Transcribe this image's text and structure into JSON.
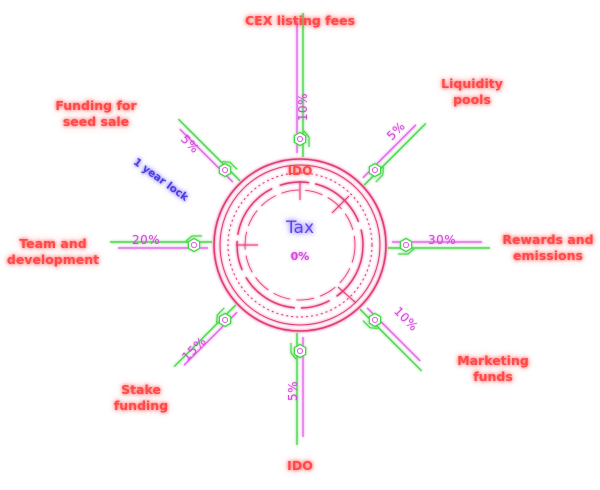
{
  "center": {
    "title": "Tax",
    "value": "0%",
    "ring_label": "IDO"
  },
  "lock_note": "1 year lock",
  "colors": {
    "label": "#ff4a4a",
    "percent": "#d24bd8",
    "line_green": "#3fd43f",
    "line_pink": "#e060e6",
    "ring": "#e23a7a",
    "center": "#5a48e8"
  },
  "segments": [
    {
      "id": "cex",
      "label": [
        "CEX listing fees"
      ],
      "percent": "10%"
    },
    {
      "id": "liquidity",
      "label": [
        "Liquidity",
        "pools"
      ],
      "percent": "5%"
    },
    {
      "id": "rewards",
      "label": [
        "Rewards and",
        "emissions"
      ],
      "percent": "30%"
    },
    {
      "id": "marketing",
      "label": [
        "Marketing",
        "funds"
      ],
      "percent": "10%"
    },
    {
      "id": "ido",
      "label": [
        "IDO"
      ],
      "percent": "5%"
    },
    {
      "id": "stake",
      "label": [
        "Stake",
        "funding"
      ],
      "percent": "15%"
    },
    {
      "id": "team",
      "label": [
        "Team and",
        "development"
      ],
      "percent": "20%"
    },
    {
      "id": "seed",
      "label": [
        "Funding for",
        "seed sale"
      ],
      "percent": "5%"
    }
  ]
}
